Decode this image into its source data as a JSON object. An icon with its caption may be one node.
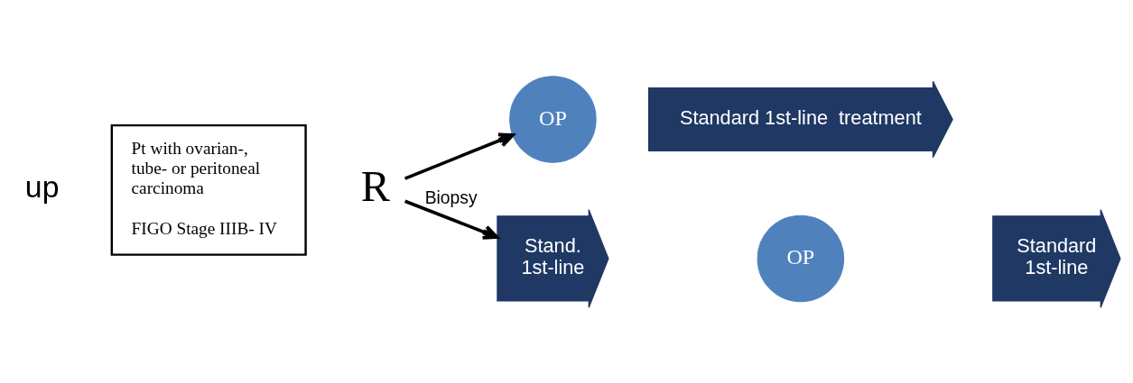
{
  "diagram": {
    "nodes": [
      {
        "text": [
          "Pt with ovarian-, tube- or peritoneal carcinoma",
          "FIGO Stage IIIB- IV"
        ]
      },
      {
        "text": [
          "R"
        ]
      },
      {
        "text": [
          "OP"
        ]
      },
      {
        "text": [
          "Standard 1st-line  treatment"
        ]
      },
      {
        "text": [
          "Stand. 1st-line"
        ]
      },
      {
        "text": [
          "OP"
        ]
      },
      {
        "text": [
          "Standard 1st-line"
        ]
      }
    ],
    "edges": [
      {
        "from": 1,
        "to": 2,
        "arrow": "to"
      },
      {
        "from": 1,
        "to": 4,
        "arrow": "to",
        "label": "Biopsy"
      }
    ],
    "labels": [
      "up"
    ]
  }
}
